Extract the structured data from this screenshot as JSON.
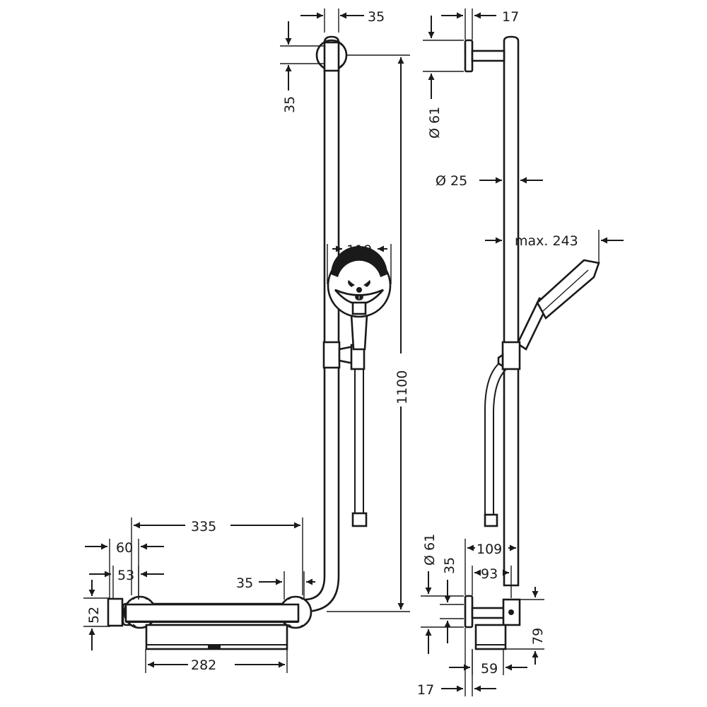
{
  "front_view": {
    "dims": {
      "rail_diameter_top": "35",
      "top_bracket_offset": "35",
      "handshower_diameter": "119",
      "rail_height": "1100",
      "grab_bar_length": "335",
      "bracket_depth": "60",
      "bracket_width": "53",
      "bar_gap": "35",
      "bracket_height": "52",
      "shelf_width": "282"
    }
  },
  "side_view": {
    "dims": {
      "flange_depth_top": "17",
      "flange_diameter_top": "Ø 61",
      "rail_diameter": "Ø 25",
      "shower_projection": "max. 243",
      "flange_diameter_bottom": "Ø 61",
      "lower_offset": "35",
      "projection_109": "109",
      "projection_93": "93",
      "shelf_height": "79",
      "shelf_depth": "59",
      "flange_depth_bottom": "17"
    }
  }
}
